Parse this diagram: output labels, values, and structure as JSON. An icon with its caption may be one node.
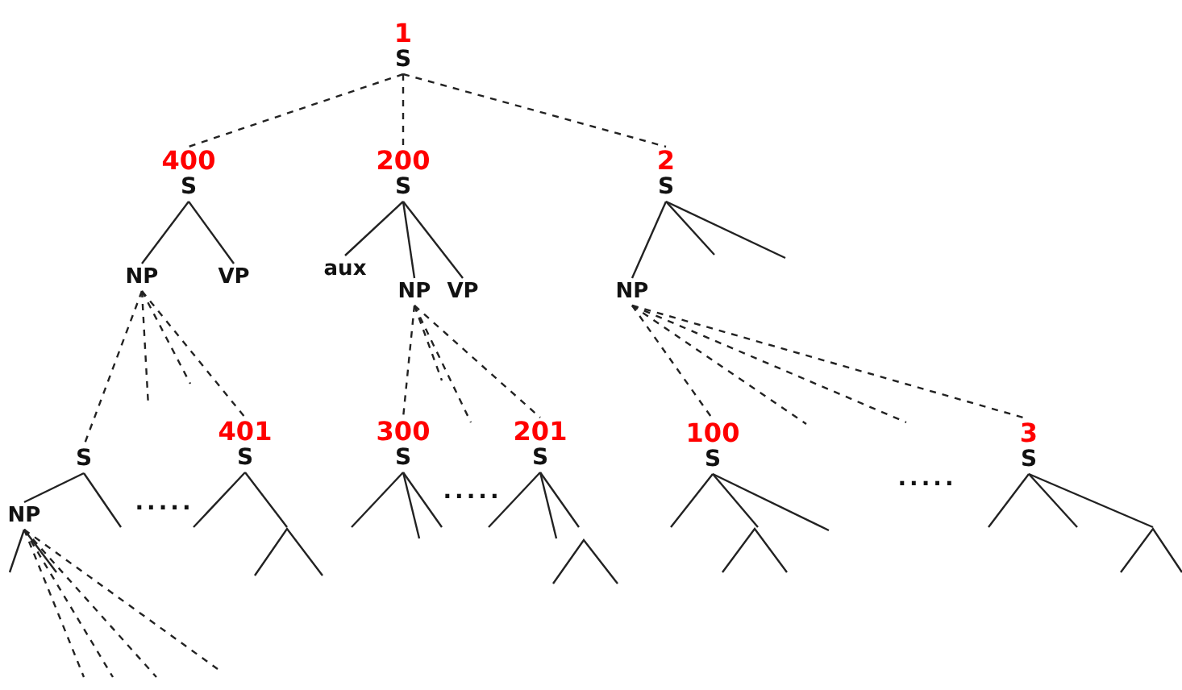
{
  "diagram": {
    "nodes": [
      {
        "text": [
          "1",
          "S"
        ]
      },
      {
        "text": [
          "400",
          "S"
        ]
      },
      {
        "text": [
          "200",
          "S"
        ]
      },
      {
        "text": [
          "2",
          "S"
        ]
      },
      {
        "text": [
          "NP"
        ]
      },
      {
        "text": [
          "VP"
        ]
      },
      {
        "text": [
          "aux"
        ]
      },
      {
        "text": [
          "NP"
        ]
      },
      {
        "text": [
          "VP"
        ]
      },
      {
        "text": [
          "NP"
        ]
      },
      {
        "text": [
          "S"
        ]
      },
      {
        "text": [
          "401",
          "S"
        ]
      },
      {
        "text": [
          "300",
          "S"
        ]
      },
      {
        "text": [
          "201",
          "S"
        ]
      },
      {
        "text": [
          "100",
          "S"
        ]
      },
      {
        "text": [
          "3",
          "S"
        ]
      },
      {
        "text": [
          "NP"
        ]
      }
    ],
    "edges": [
      {
        "from": 0,
        "to": 1,
        "arrow": "none",
        "style": "dashed"
      },
      {
        "from": 0,
        "to": 2,
        "arrow": "none",
        "style": "dashed"
      },
      {
        "from": 0,
        "to": 3,
        "arrow": "none",
        "style": "dashed"
      },
      {
        "from": 1,
        "to": 4,
        "arrow": "none"
      },
      {
        "from": 1,
        "to": 5,
        "arrow": "none"
      },
      {
        "from": 2,
        "to": 6,
        "arrow": "none"
      },
      {
        "from": 2,
        "to": 7,
        "arrow": "none"
      },
      {
        "from": 2,
        "to": 8,
        "arrow": "none"
      },
      {
        "from": 3,
        "to": 9,
        "arrow": "none"
      },
      {
        "from": 3,
        "to": null,
        "arrow": "none"
      },
      {
        "from": 3,
        "to": null,
        "arrow": "none"
      },
      {
        "from": 4,
        "to": 10,
        "arrow": "none",
        "style": "dashed"
      },
      {
        "from": 4,
        "to": null,
        "arrow": "none",
        "style": "dashed"
      },
      {
        "from": 4,
        "to": null,
        "arrow": "none",
        "style": "dashed"
      },
      {
        "from": 4,
        "to": 11,
        "arrow": "none",
        "style": "dashed"
      },
      {
        "from": 7,
        "to": 12,
        "arrow": "none",
        "style": "dashed"
      },
      {
        "from": 7,
        "to": null,
        "arrow": "none",
        "style": "dashed"
      },
      {
        "from": 7,
        "to": null,
        "arrow": "none",
        "style": "dashed"
      },
      {
        "from": 7,
        "to": 13,
        "arrow": "none",
        "style": "dashed"
      },
      {
        "from": 9,
        "to": 14,
        "arrow": "none",
        "style": "dashed"
      },
      {
        "from": 9,
        "to": null,
        "arrow": "none",
        "style": "dashed"
      },
      {
        "from": 9,
        "to": null,
        "arrow": "none",
        "style": "dashed"
      },
      {
        "from": 9,
        "to": 15,
        "arrow": "none",
        "style": "dashed"
      },
      {
        "from": 10,
        "to": 16,
        "arrow": "none"
      },
      {
        "from": 10,
        "to": null,
        "arrow": "none"
      },
      {
        "from": 11,
        "to": null,
        "arrow": "none"
      },
      {
        "from": 11,
        "to": null,
        "arrow": "none"
      },
      {
        "from": 12,
        "to": null,
        "arrow": "none"
      },
      {
        "from": 12,
        "to": null,
        "arrow": "none"
      },
      {
        "from": 12,
        "to": null,
        "arrow": "none"
      },
      {
        "from": 13,
        "to": null,
        "arrow": "none"
      },
      {
        "from": 13,
        "to": null,
        "arrow": "none"
      },
      {
        "from": 13,
        "to": null,
        "arrow": "none"
      },
      {
        "from": 14,
        "to": null,
        "arrow": "none"
      },
      {
        "from": 14,
        "to": null,
        "arrow": "none"
      },
      {
        "from": 14,
        "to": null,
        "arrow": "none"
      },
      {
        "from": 15,
        "to": null,
        "arrow": "none"
      },
      {
        "from": 15,
        "to": null,
        "arrow": "none"
      },
      {
        "from": 15,
        "to": null,
        "arrow": "none"
      },
      {
        "from": 16,
        "to": null,
        "arrow": "none"
      },
      {
        "from": 16,
        "to": null,
        "arrow": "none"
      },
      {
        "from": 16,
        "to": null,
        "arrow": "none",
        "style": "dashed"
      },
      {
        "from": 16,
        "to": null,
        "arrow": "none",
        "style": "dashed"
      },
      {
        "from": 16,
        "to": null,
        "arrow": "none",
        "style": "dashed"
      },
      {
        "from": 16,
        "to": null,
        "arrow": "none",
        "style": "dashed"
      }
    ],
    "labels": [
      ".....",
      ".....",
      "....."
    ]
  }
}
